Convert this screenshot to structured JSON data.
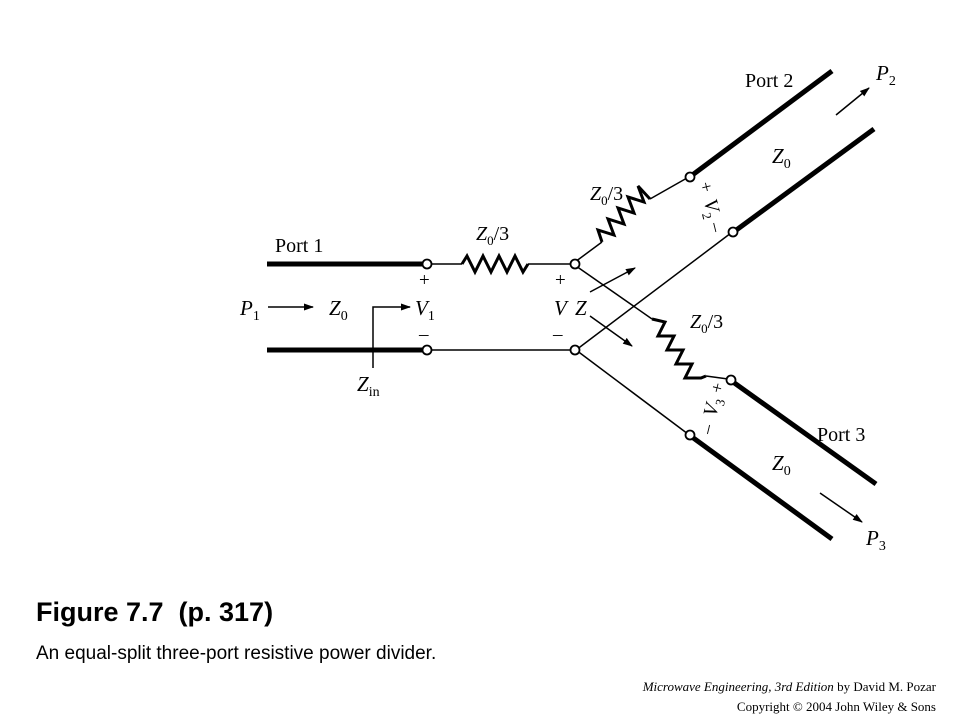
{
  "figure": {
    "title": "Figure 7.7  (p. 317)",
    "caption": "An equal-split three-port resistive power divider."
  },
  "credit": {
    "book": "Microwave Engineering, 3rd Edition",
    "author": " by David M. Pozar",
    "copyright": "Copyright © 2004 John Wiley & Sons"
  },
  "diagram": {
    "port1_label": "Port 1",
    "port2_label": "Port 2",
    "port3_label": "Port 3",
    "resistor_label": "Z",
    "resistor_sub": "0",
    "resistor_suffix": "/3",
    "line_impedance": "Z",
    "line_impedance_sub": "0",
    "power": "P",
    "p1_sub": "1",
    "p2_sub": "2",
    "p3_sub": "3",
    "voltage": "V",
    "v1_sub": "1",
    "v2_sub": "2",
    "v3_sub": "3",
    "junction_voltage": "V",
    "junction_impedance": "Z",
    "zin": "Z",
    "zin_sub": "in",
    "plus": "+",
    "minus": "–"
  }
}
